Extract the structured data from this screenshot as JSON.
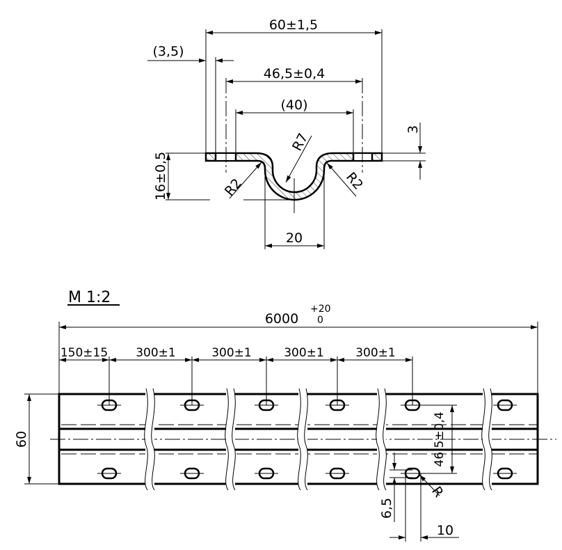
{
  "section_view": {
    "width_dim": "60±1,5",
    "edge_dim": "(3,5)",
    "hole_spacing_dim": "46,5±0,4",
    "flat_dim": "(40)",
    "thickness_dim": "3",
    "height_dim": "16±0,5",
    "radius_inner": "R7",
    "radius_left": "R2",
    "radius_right": "R2",
    "channel_width_dim": "20"
  },
  "plan_view": {
    "scale_label": "M 1:2",
    "length_dim": "6000",
    "length_tol_upper": "+20",
    "length_tol_lower": "0",
    "first_pitch": "150±15",
    "pitches": [
      "300±1",
      "300±1",
      "300±1",
      "300±1"
    ],
    "width_dim": "60",
    "hole_spacing_dim": "46,5±0,4",
    "hole_edge_dim": "6,5",
    "hole_length_dim": "10",
    "hole_radius": "R"
  }
}
